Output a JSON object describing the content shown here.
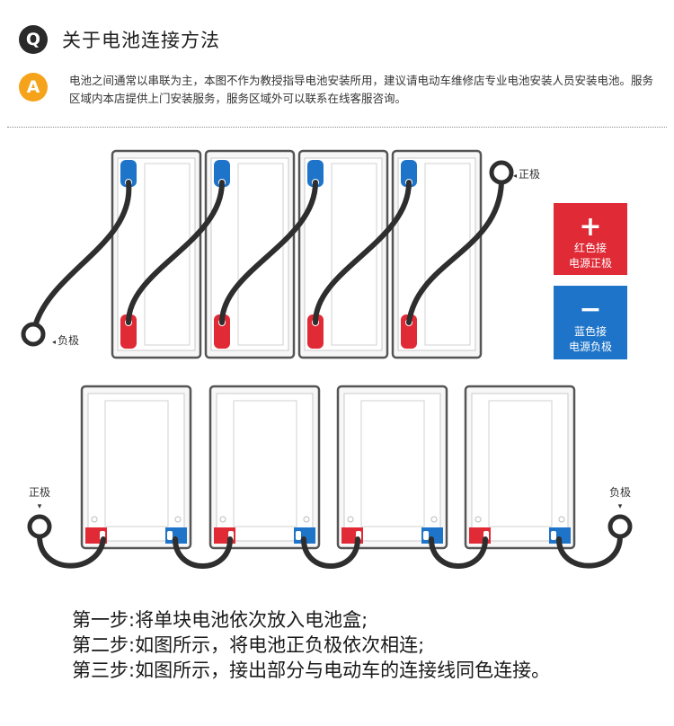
{
  "question": {
    "badge": "Q",
    "title": "关于电池连接方法"
  },
  "answer": {
    "badge": "A",
    "text": "电池之间通常以串联为主，本图不作为教授指导电池安装所用，建议请电动车维修店专业电池安装人员安装电池。服务区域内本店提供上门安装服务，服务区域外可以联系在线客服咨询。"
  },
  "top_diagram": {
    "positive_label": "正极",
    "negative_label": "负极",
    "battery_count": 4
  },
  "legend": {
    "red": {
      "symbol": "+",
      "line1": "红色接",
      "line2": "电源正极",
      "color": "#e02a36"
    },
    "blue": {
      "symbol": "−",
      "line1": "蓝色接",
      "line2": "电源负极",
      "color": "#1e74c8"
    }
  },
  "bottom_diagram": {
    "positive_label": "正极",
    "negative_label": "负极",
    "battery_count": 4
  },
  "steps": [
    "第一步:将单块电池依次放入电池盒;",
    "第二步:如图所示，将电池正负极依次相连;",
    "第三步:如图所示，接出部分与电动车的连接线同色连接。"
  ],
  "colors": {
    "positive": "#e02a36",
    "negative": "#1e74c8",
    "cable": "#2e2e2e"
  }
}
